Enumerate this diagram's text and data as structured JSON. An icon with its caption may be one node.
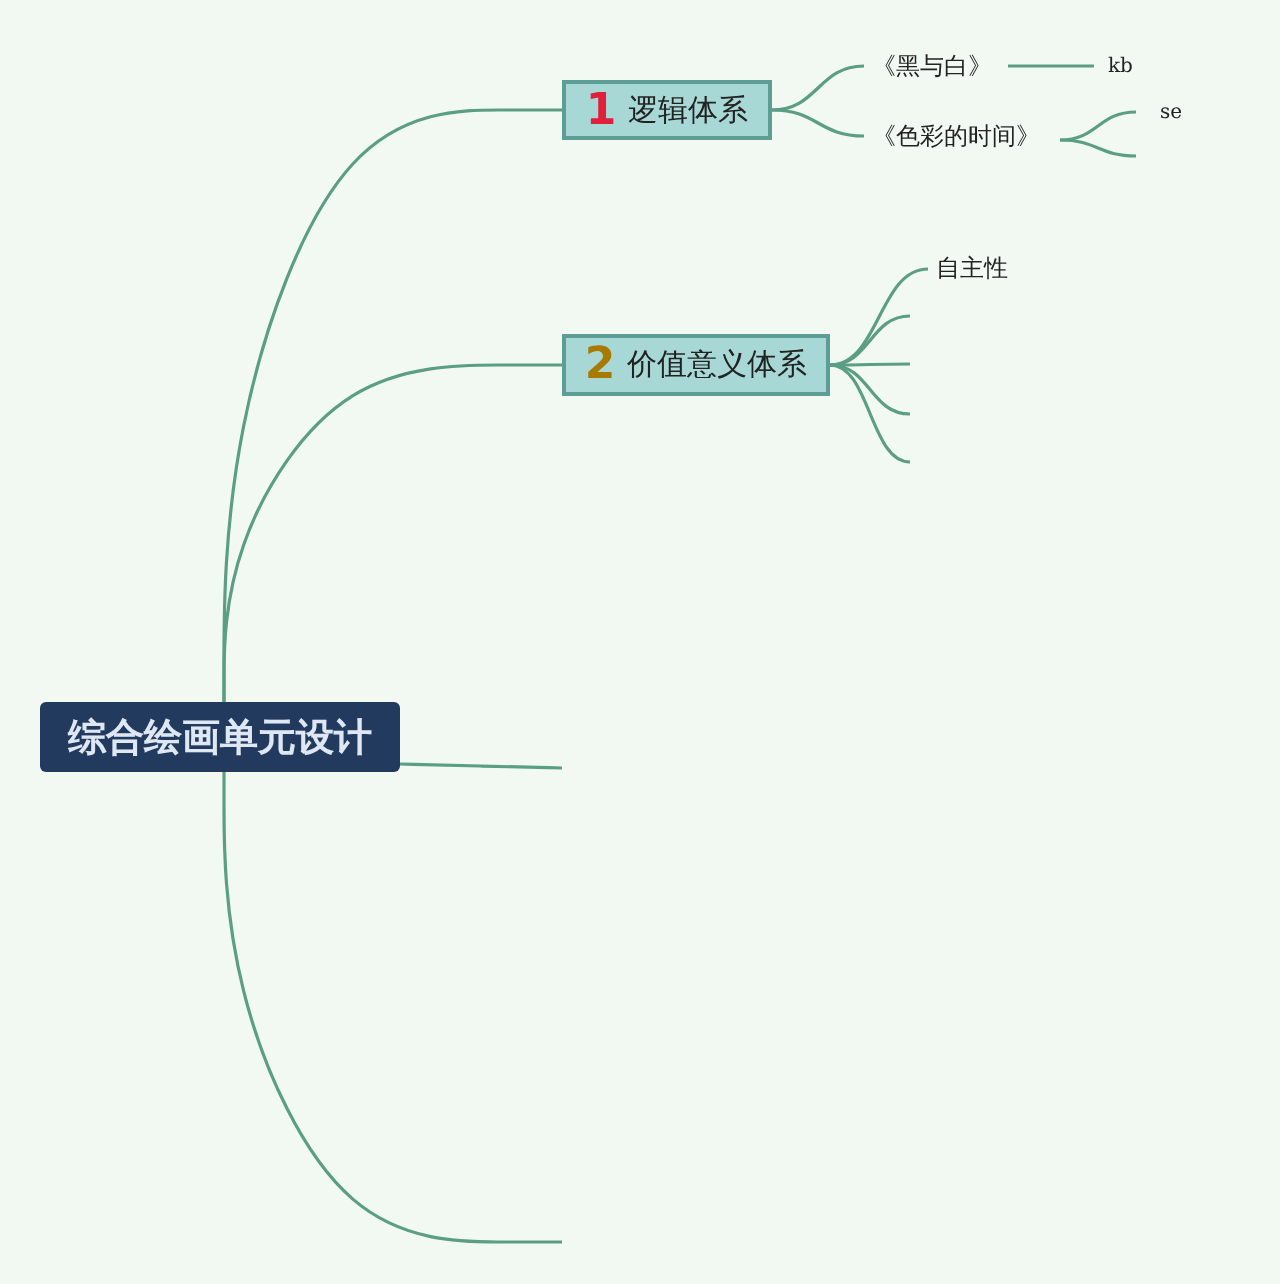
{
  "diagram": {
    "nodes": [
      {
        "text": [
          "综合绘画单元设计"
        ]
      },
      {
        "text": [
          "1",
          "逻辑体系"
        ]
      },
      {
        "text": [
          "2",
          "价值意义体系"
        ]
      },
      {
        "text": [
          "《黑与白》"
        ]
      },
      {
        "text": [
          "kb"
        ]
      },
      {
        "text": [
          "《色彩的时间》"
        ]
      },
      {
        "text": [
          "se"
        ]
      },
      {
        "text": [
          "自主性"
        ]
      }
    ],
    "edges": [
      {
        "from": 0,
        "to": 1,
        "arrow": "none"
      },
      {
        "from": 0,
        "to": 2,
        "arrow": "none"
      },
      {
        "from": 0,
        "to": null,
        "arrow": "none"
      },
      {
        "from": 0,
        "to": null,
        "arrow": "none"
      },
      {
        "from": 1,
        "to": 3,
        "arrow": "none"
      },
      {
        "from": 1,
        "to": 5,
        "arrow": "none"
      },
      {
        "from": 3,
        "to": 4,
        "arrow": "none"
      },
      {
        "from": 5,
        "to": 6,
        "arrow": "none"
      },
      {
        "from": 5,
        "to": null,
        "arrow": "none"
      },
      {
        "from": 2,
        "to": 7,
        "arrow": "none"
      },
      {
        "from": 2,
        "to": null,
        "arrow": "none"
      },
      {
        "from": 2,
        "to": null,
        "arrow": "none"
      },
      {
        "from": 2,
        "to": null,
        "arrow": "none"
      },
      {
        "from": 2,
        "to": null,
        "arrow": "none"
      }
    ]
  }
}
